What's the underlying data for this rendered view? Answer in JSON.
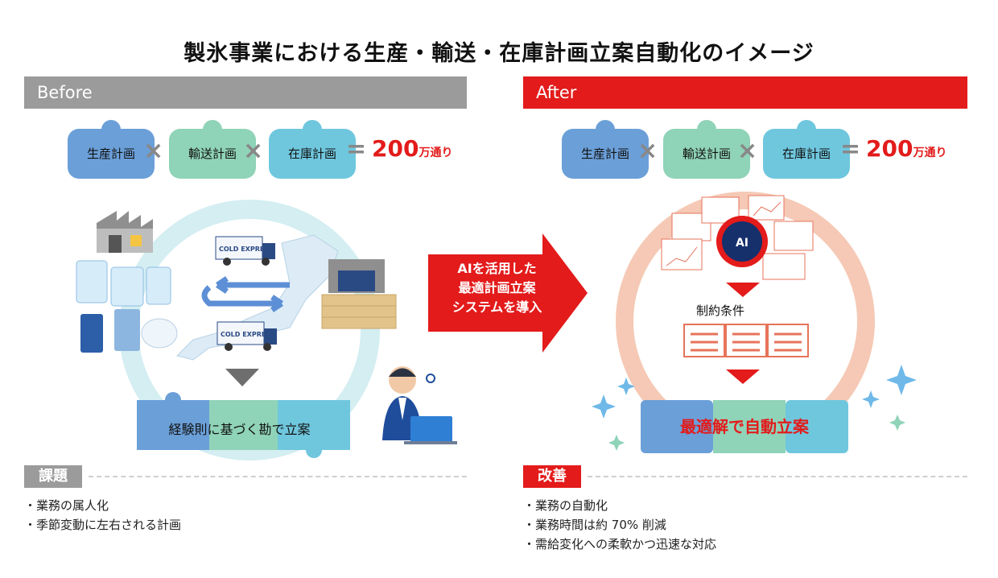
{
  "title": "製氷事業における生産・輸送・在庫計画立案自動化のイメージ",
  "before": {
    "header": "Before",
    "equation": {
      "terms": [
        "生産計画",
        "輸送計画",
        "在庫計画"
      ],
      "times": "×",
      "equals": "=",
      "result_value": "200",
      "result_unit": "万通り"
    },
    "truck_label": "COLD EXPRESS",
    "planning_label": "経験則に基づく勘で立案",
    "issues_label": "課題",
    "issues": [
      "業務の属人化",
      "季節変動に左右される計画"
    ]
  },
  "arrow_text": [
    "AIを活用した",
    "最適計画立案",
    "システムを導入"
  ],
  "after": {
    "header": "After",
    "equation": {
      "terms": [
        "生産計画",
        "輸送計画",
        "在庫計画"
      ],
      "times": "×",
      "equals": "=",
      "result_value": "200",
      "result_unit": "万通り"
    },
    "ai_badge": "AI",
    "constraint_label": "制約条件",
    "result_label": "最適解で自動立案",
    "improvements_label": "改善",
    "improvements": [
      "業務の自動化",
      "業務時間は約 70% 削減",
      "需給変化への柔軟かつ迅速な対応"
    ]
  },
  "colors": {
    "accent_red": "#e31b1b",
    "gray": "#9b9b9b",
    "piece_blue": "#6b9fd8",
    "piece_green": "#8fd3b8",
    "piece_cyan": "#6fc7de"
  }
}
